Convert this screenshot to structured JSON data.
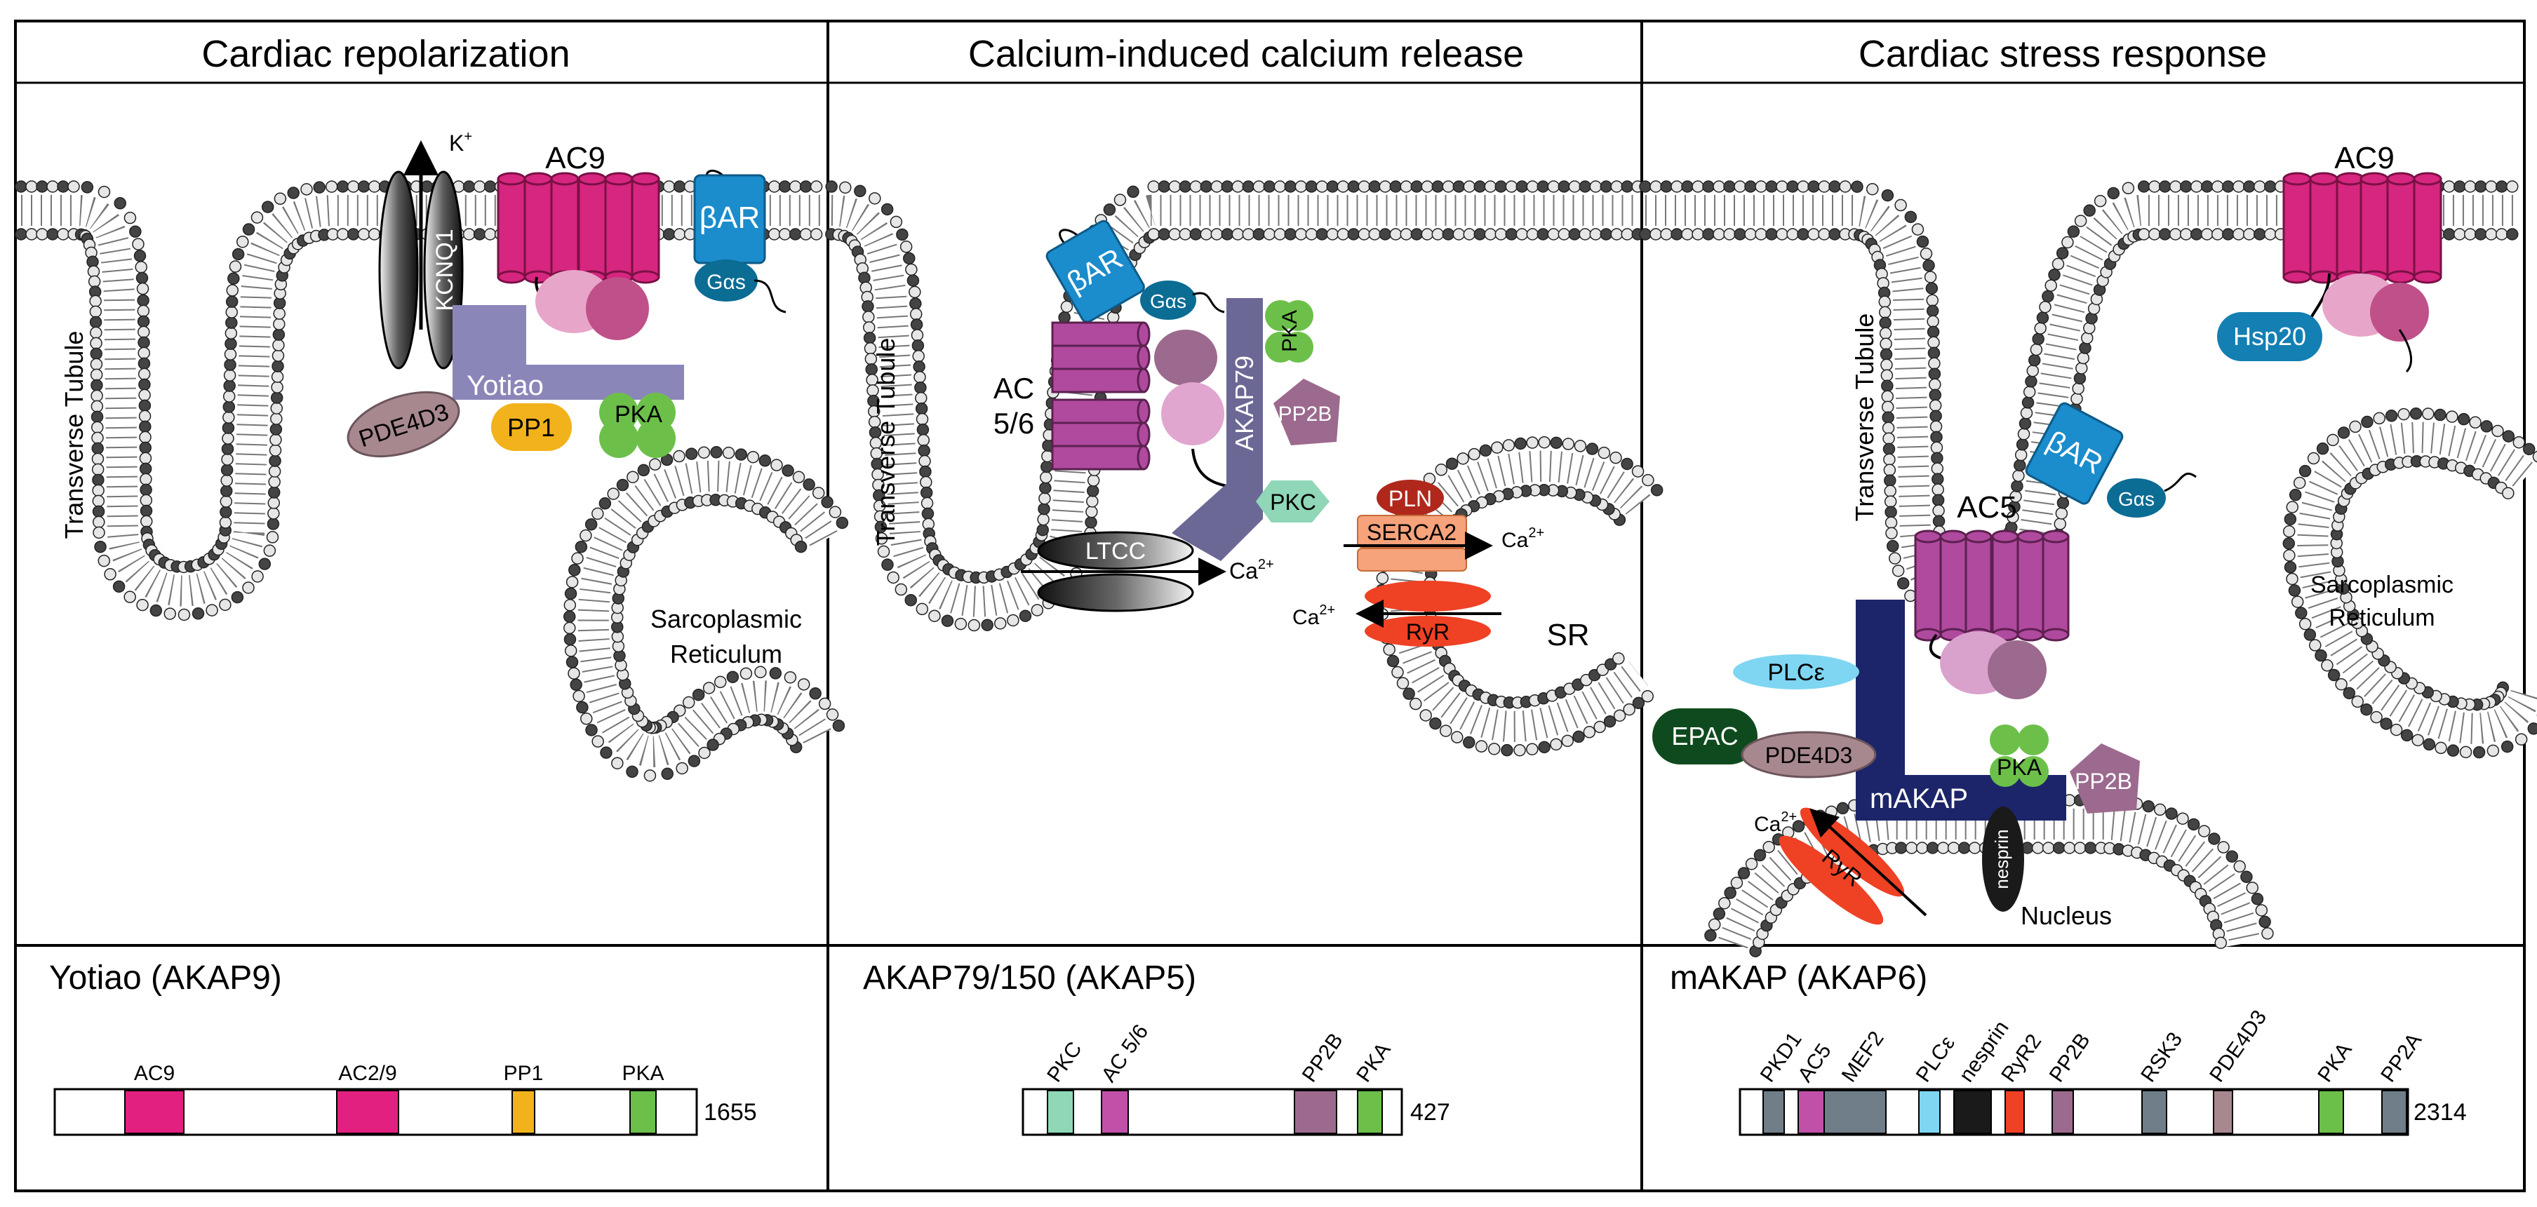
{
  "panels": [
    {
      "title": "Cardiac repolarization"
    },
    {
      "title": "Calcium-induced calcium release"
    },
    {
      "title": "Cardiac stress response"
    }
  ],
  "panel1": {
    "tubule_label": "Transverse Tubule",
    "sr_label_line1": "Sarcoplasmic",
    "sr_label_line2": "Reticulum",
    "k_ion": "K",
    "k_sup": "+",
    "kcnq1": "KCNQ1",
    "ac9": "AC9",
    "bar": "βAR",
    "gas": "Gαs",
    "yotiao": "Yotiao",
    "pde4d3": "PDE4D3",
    "pp1": "PP1",
    "pka": "PKA"
  },
  "panel2": {
    "tubule_label": "Transverse Tubule",
    "bar": "βAR",
    "gas": "Gαs",
    "ac_line1": "AC",
    "ac_line2": "5/6",
    "akap79": "AKAP79",
    "pka": "PKA",
    "pp2b": "PP2B",
    "pkc": "PKC",
    "ltcc": "LTCC",
    "ca": "Ca",
    "ca_sup": "2+",
    "pln": "PLN",
    "serca2": "SERCA2",
    "ryr": "RyR",
    "sr": "SR"
  },
  "panel3": {
    "tubule_label": "Transverse Tubule",
    "ac9": "AC9",
    "hsp20": "Hsp20",
    "ac5": "AC5",
    "bar": "βAR",
    "gas": "Gαs",
    "sr_label_line1": "Sarcoplasmic",
    "sr_label_line2": "Reticulum",
    "plce": "PLCε",
    "epac": "EPAC",
    "pde4d3": "PDE4D3",
    "pka": "PKA",
    "pp2b": "PP2B",
    "makap": "mAKAP",
    "ca": "Ca",
    "ca_sup": "2+",
    "ryr": "RyR",
    "nesprin": "nesprin",
    "nucleus": "Nucleus"
  },
  "bottom": [
    {
      "title": "Yotiao (AKAP9)",
      "length": "1655",
      "domains": [
        {
          "label": "AC9",
          "color": "#e2207f"
        },
        {
          "label": "AC2/9",
          "color": "#e2207f"
        },
        {
          "label": "PP1",
          "color": "#f2b21c"
        },
        {
          "label": "PKA",
          "color": "#6cc04a"
        }
      ]
    },
    {
      "title": "AKAP79/150 (AKAP5)",
      "length": "427",
      "domains": [
        {
          "label": "PKC",
          "color": "#8fd7b7"
        },
        {
          "label": "AC 5/6",
          "color": "#c050a8"
        },
        {
          "label": "PP2B",
          "color": "#9c6a8e"
        },
        {
          "label": "PKA",
          "color": "#6cc04a"
        }
      ]
    },
    {
      "title": "mAKAP (AKAP6)",
      "length": "2314",
      "domains": [
        {
          "label": "PKD1",
          "color": "#6f7e88"
        },
        {
          "label": "AC5",
          "color": "#c050a8"
        },
        {
          "label": "MEF2",
          "color": "#6f7e88"
        },
        {
          "label": "PLCε",
          "color": "#7fd6f2"
        },
        {
          "label": "nesprin",
          "color": "#1a1a1a"
        },
        {
          "label": "RyR2",
          "color": "#ef4124"
        },
        {
          "label": "PP2B",
          "color": "#9c6a8e"
        },
        {
          "label": "RSK3",
          "color": "#6f7e88"
        },
        {
          "label": "PDE4D3",
          "color": "#a8888f"
        },
        {
          "label": "PKA",
          "color": "#6cc04a"
        },
        {
          "label": "PP2A",
          "color": "#6f7e88"
        }
      ]
    }
  ],
  "colors": {
    "ac_magenta": "#d6267f",
    "ac_purple": "#b04a9e",
    "bar_blue": "#1b8ccc",
    "gas_blue": "#0b6c94",
    "yotiao_lavender": "#8b86b8",
    "akap79_slate": "#6b6896",
    "makap_navy": "#1c2569",
    "pka_green": "#6cc04a",
    "pp2b_mauve": "#9c6a8e",
    "pkc_mint": "#8fd7b7",
    "pp1_yellow": "#f2b21c",
    "pde_rose": "#a8888f",
    "ryr_red": "#ef4124",
    "serca_orange": "#f6a27a",
    "pln_darkred": "#b0281c",
    "epac_green": "#0f4a1e",
    "plce_cyan": "#7fd6f2",
    "hsp20_blue": "#137fb3",
    "reg_pink": "#e7a6c9",
    "cat_pink": "#c0508a"
  }
}
